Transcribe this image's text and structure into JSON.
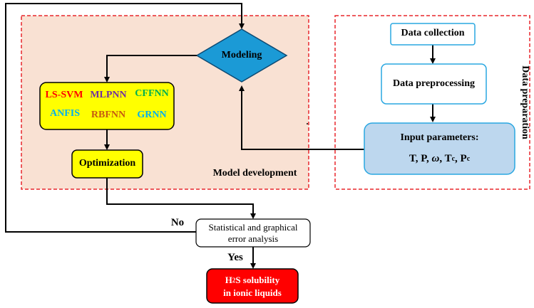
{
  "sections": {
    "model_development": "Model development",
    "data_preparation": "Data preparation"
  },
  "nodes": {
    "modeling": "Modeling",
    "models": [
      "LS-SVM",
      "MLPNN",
      "CFFNN",
      "ANFIS",
      "RBFNN",
      "GRNN"
    ],
    "optimization": "Optimization",
    "data_collection": "Data collection",
    "data_preprocessing": "Data preprocessing",
    "input_title": "Input parameters:",
    "error_analysis_line1": "Statistical and graphical",
    "error_analysis_line2": "error analysis",
    "output_line1": "solubility",
    "output_line2": "in ionic liquids"
  },
  "edges": {
    "no": "No",
    "yes": "Yes"
  },
  "colors": {
    "model_bg": "#f9e1d3",
    "dashed_red": "#e8262b",
    "modeling_fill": "#1b9ad6",
    "model_box_fill": "#ffff00",
    "input_fill": "#bdd7ee",
    "output_fill": "#ff0000",
    "box_border_blue": "#29a7e1"
  },
  "model_colors": [
    "#ff0000",
    "#7030a0",
    "#00b050",
    "#00b0f0",
    "#c55a11",
    "#00b0f0"
  ]
}
